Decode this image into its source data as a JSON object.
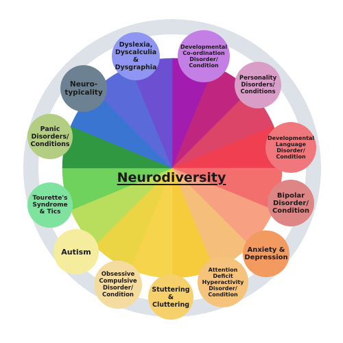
{
  "title": "Neurodiversity",
  "segments": [
    {
      "color": "#a21caf"
    },
    {
      "color": "#c0267f"
    },
    {
      "color": "#dc4468"
    },
    {
      "color": "#ef3f50"
    },
    {
      "color": "#f26f6e"
    },
    {
      "color": "#f7a182"
    },
    {
      "color": "#f5be7a"
    },
    {
      "color": "#f6cc3d"
    },
    {
      "color": "#f6d44c"
    },
    {
      "color": "#ebd545"
    },
    {
      "color": "#b9dd5d"
    },
    {
      "color": "#6fd25d"
    },
    {
      "color": "#2f9840"
    },
    {
      "color": "#3b75d2"
    },
    {
      "color": "#5a6bd9"
    },
    {
      "color": "#6d4fd2"
    }
  ],
  "ring_color": "#dde2e8",
  "conditions": [
    {
      "key": "dyslexia",
      "label": "Dyslexia,\nDyscalculia &\nDysgraphia",
      "color": "#8f96f2"
    },
    {
      "key": "developmental-coordination",
      "label": "Developmental\nCo-ordination\nDisorder/\nCondition",
      "color": "#c47fe4"
    },
    {
      "key": "personality",
      "label": "Personality\nDisorders/\nConditions",
      "color": "#d99ec7"
    },
    {
      "key": "developmental-language",
      "label": "Developmental\nLanguage\nDisorder/\nCondition",
      "color": "#f0787c"
    },
    {
      "key": "bipolar",
      "label": "Bipolar\nDisorder/\nCondition",
      "color": "#de8585"
    },
    {
      "key": "anxiety",
      "label": "Anxiety &\nDepression",
      "color": "#f39a60"
    },
    {
      "key": "adhd",
      "label": "Attention\nDeficit\nHyperactivity\nDisorder/\nCondition",
      "color": "#f5c37b"
    },
    {
      "key": "stuttering",
      "label": "Stuttering\n& Cluttering",
      "color": "#f6d06a"
    },
    {
      "key": "ocd",
      "label": "Obsessive\nCompulsive\nDisorder/\nCondition",
      "color": "#f4dca0"
    },
    {
      "key": "autism",
      "label": "Autism",
      "color": "#f5ed9d"
    },
    {
      "key": "tourettes",
      "label": "Tourette's\nSyndrome\n& Tics",
      "color": "#7fe3a0"
    },
    {
      "key": "panic",
      "label": "Panic\nDisorders/\nConditions",
      "color": "#b3cd83"
    },
    {
      "key": "neurotypicality",
      "label": "Neuro-\ntypicality",
      "color": "#6c8293"
    }
  ]
}
